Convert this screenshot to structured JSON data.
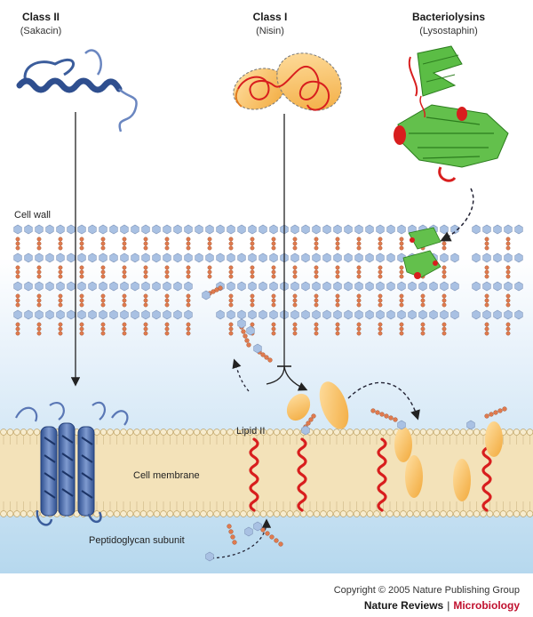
{
  "classes": [
    {
      "title": "Class II",
      "subtitle": "(Sakacin)"
    },
    {
      "title": "Class I",
      "subtitle": "(Nisin)"
    },
    {
      "title": "Bacteriolysins",
      "subtitle": "(Lysostaphin)"
    }
  ],
  "labels": {
    "cell_wall": "Cell wall",
    "cell_membrane": "Cell membrane",
    "lipid_ii": "Lipid II",
    "peptidoglycan_subunit": "Peptidoglycan subunit"
  },
  "footer": {
    "copyright": "Copyright © 2005 Nature Publishing Group",
    "journal": "Nature Reviews",
    "separator": "|",
    "section": "Microbiology"
  },
  "colors": {
    "hexagon": "#a9c1e3",
    "bead": "#e07a4e",
    "membrane": "#f3e2b9",
    "helix_red": "#d81e1e",
    "sakacin_blue": "#3b5d9c",
    "nisin_orange": "#f4a93b",
    "lysostaphin_green": "#4caf3a"
  }
}
